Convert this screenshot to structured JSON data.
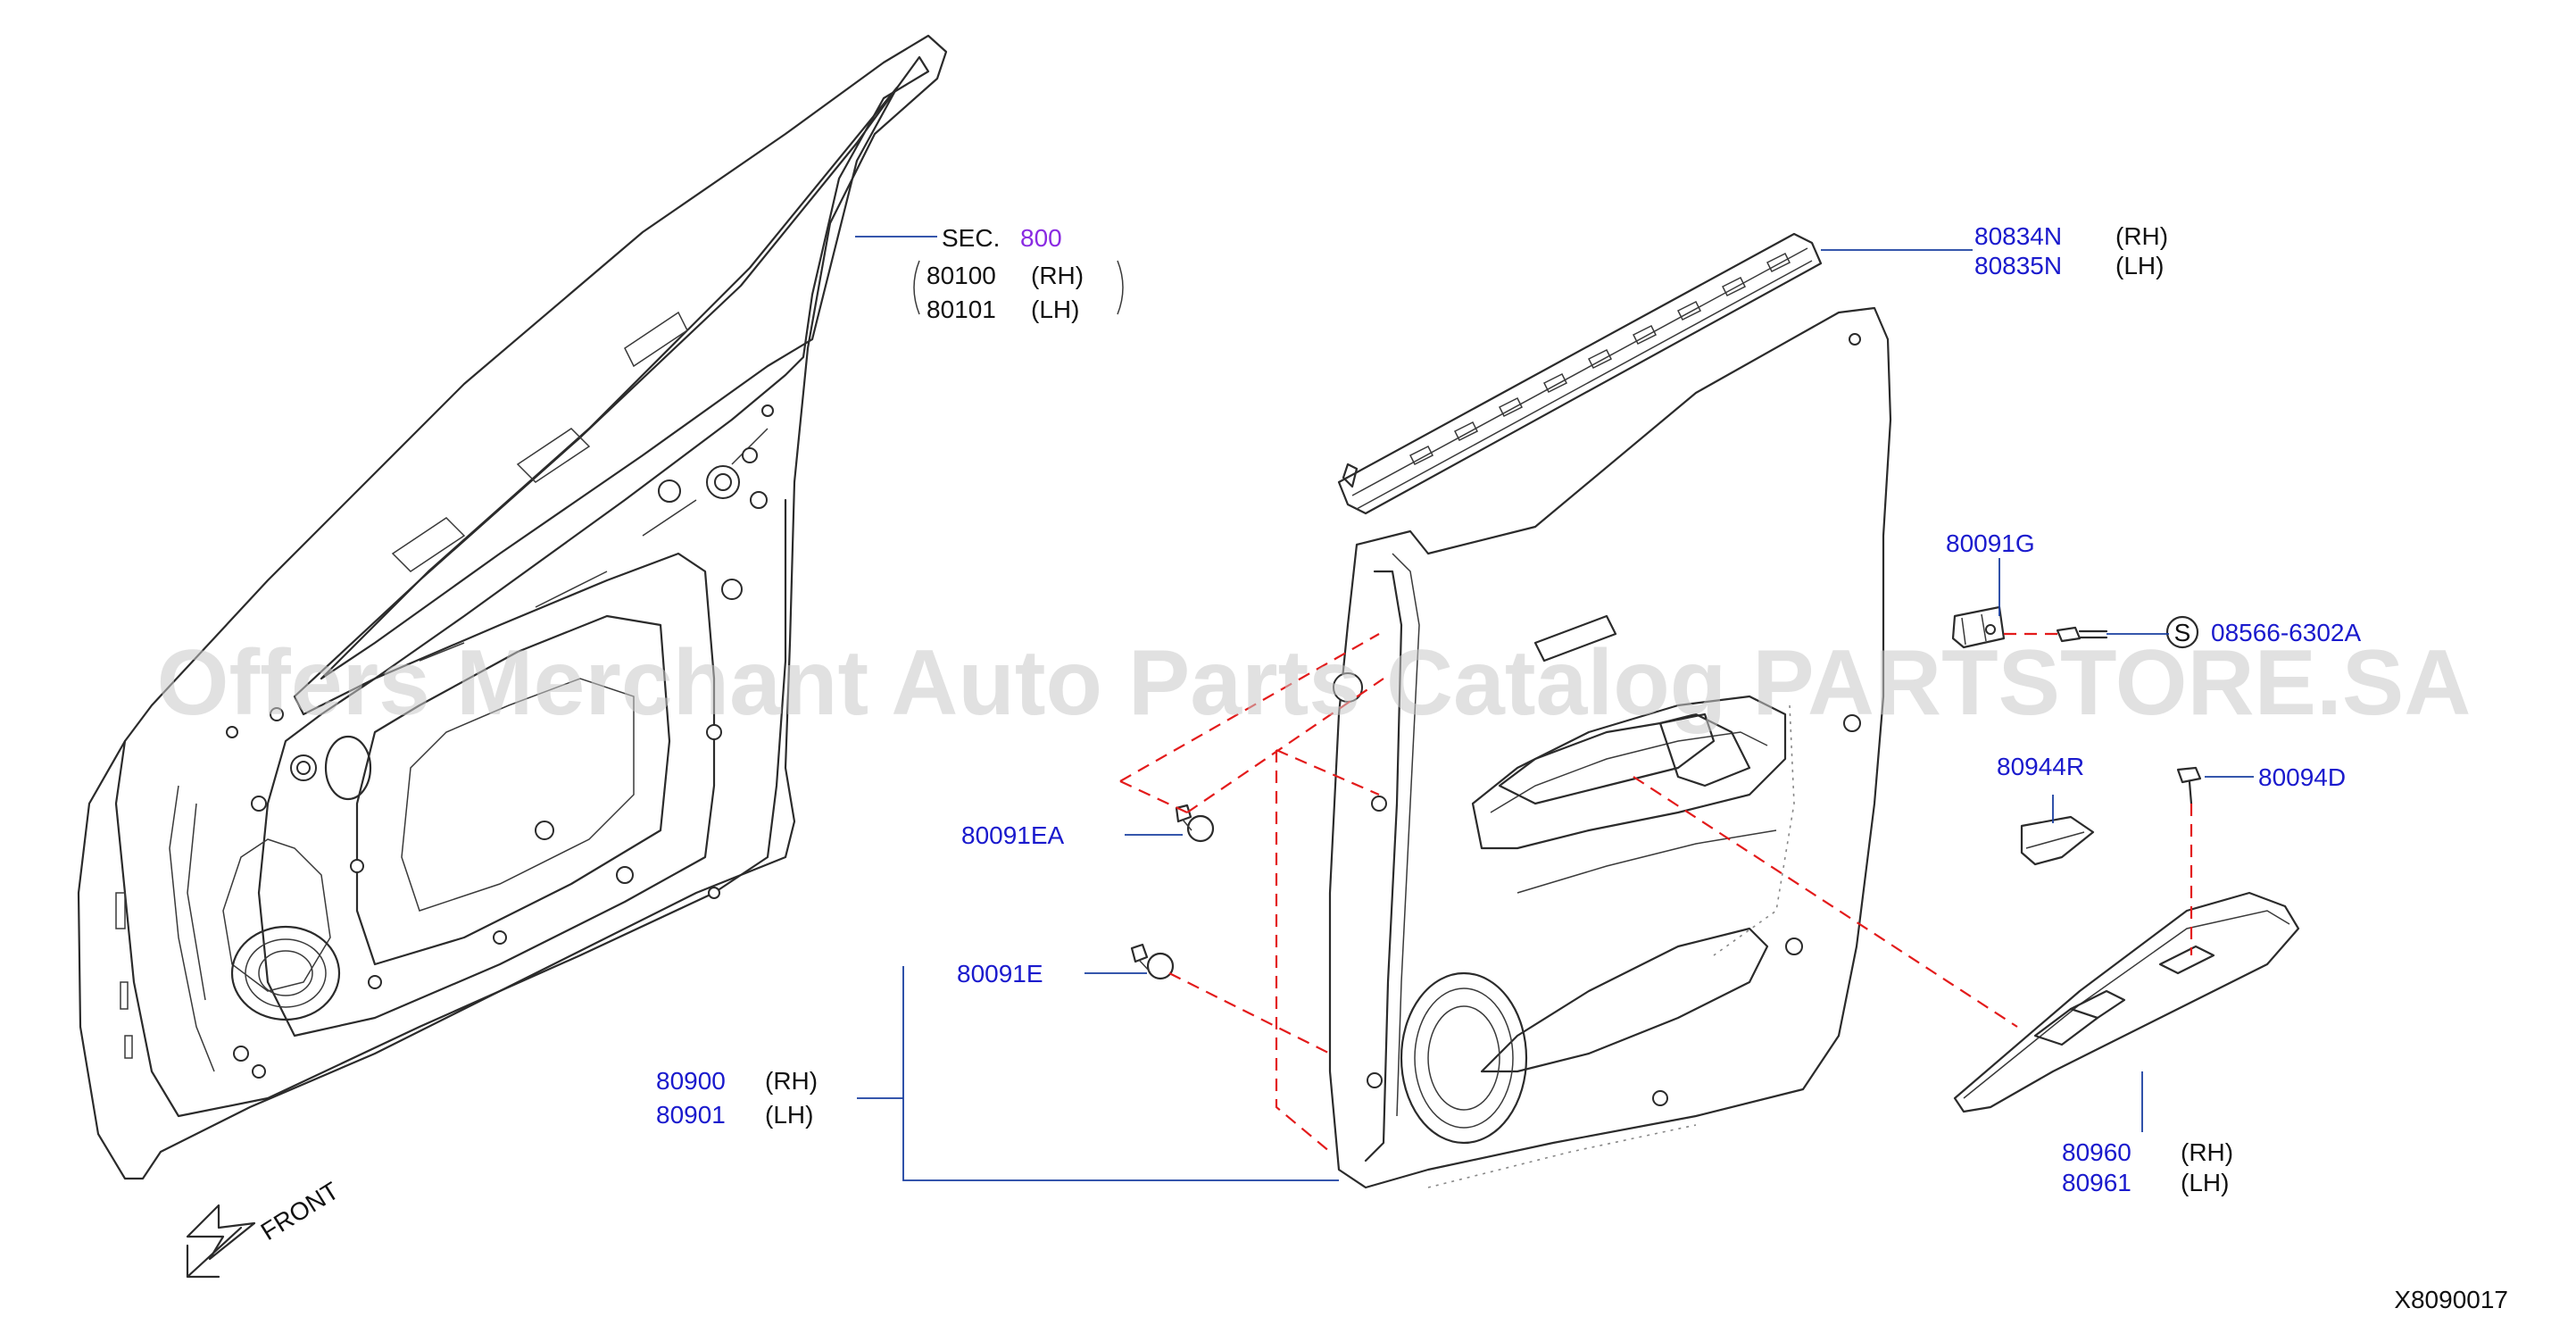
{
  "diagram_id": "X8090017",
  "watermark": "Offers Merchant Auto Parts Catalog PARTSTORE.SA",
  "front_label": "FRONT",
  "colors": {
    "part_number": "#1a1acd",
    "section_ref": "#8a2be2",
    "dashed_guide": "#e31b1b",
    "leader": "#1a3fa0"
  },
  "callouts": {
    "door_panel": {
      "sec_label": "SEC.",
      "sec_number": "800",
      "rh_part": "80100",
      "rh_side": "(RH)",
      "lh_part": "80101",
      "lh_side": "(LH)"
    },
    "moulding": {
      "rh_part": "80834N",
      "rh_side": "(RH)",
      "lh_part": "80835N",
      "lh_side": "(LH)"
    },
    "clip_g": {
      "part": "80091G"
    },
    "screw": {
      "symbol": "S",
      "part": "08566-6302A"
    },
    "cover_r": {
      "part": "80944R"
    },
    "screw_d": {
      "part": "80094D"
    },
    "clip_ea": {
      "part": "80091EA"
    },
    "clip_e": {
      "part": "80091E"
    },
    "finisher": {
      "rh_part": "80900",
      "rh_side": "(RH)",
      "lh_part": "80901",
      "lh_side": "(LH)"
    },
    "armrest": {
      "rh_part": "80960",
      "rh_side": "(RH)",
      "lh_part": "80961",
      "lh_side": "(LH)"
    }
  }
}
